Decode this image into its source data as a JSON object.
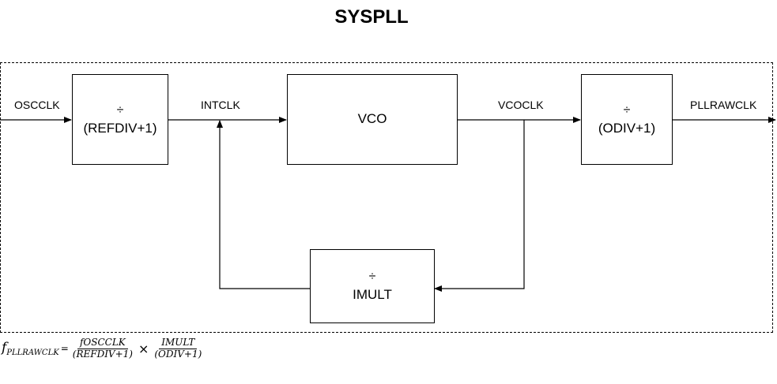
{
  "title": "SYSPLL",
  "blocks": {
    "refdiv": {
      "op": "÷",
      "label": "(REFDIV+1)"
    },
    "vco": {
      "op": "",
      "label": "VCO"
    },
    "odiv": {
      "op": "÷",
      "label": "(ODIV+1)"
    },
    "imult": {
      "op": "÷",
      "label": "IMULT"
    }
  },
  "signals": {
    "oscclk": "OSCCLK",
    "intclk": "INTCLK",
    "vcoclk": "VCOCLK",
    "pllrawclk": "PLLRAWCLK"
  },
  "formula": {
    "lhs": "f",
    "lhs_sub": "PLLRAWCLK",
    "eq": "=",
    "frac1_num": "fOSCCLK",
    "frac1_den": "(REFDIV+1)",
    "times": "×",
    "frac2_num": "IMULT",
    "frac2_den": "(ODIV+1)"
  }
}
